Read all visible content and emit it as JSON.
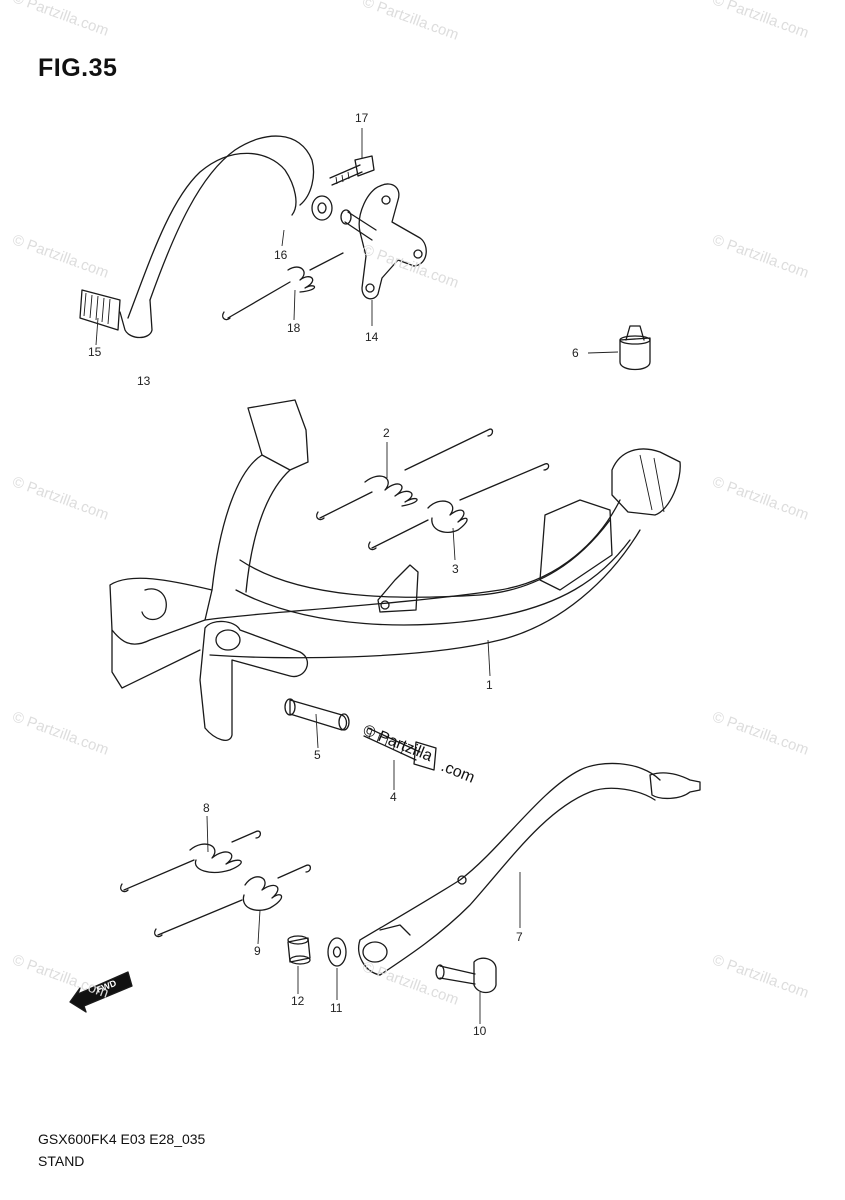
{
  "figure": {
    "title": "FIG.35",
    "model_code": "GSX600FK4 E03 E28_035",
    "section": "STAND"
  },
  "callouts": [
    "17",
    "16",
    "18",
    "14",
    "15",
    "13",
    "6",
    "2",
    "3",
    "1",
    "5",
    "4",
    "8",
    "9",
    "12",
    "11",
    "10",
    "7"
  ],
  "watermark": {
    "text": "© Partzilla.com",
    "center_text_top": "© Partzilla",
    "center_text_bottom": ".com"
  },
  "fwd_arrow_label": "FWD"
}
